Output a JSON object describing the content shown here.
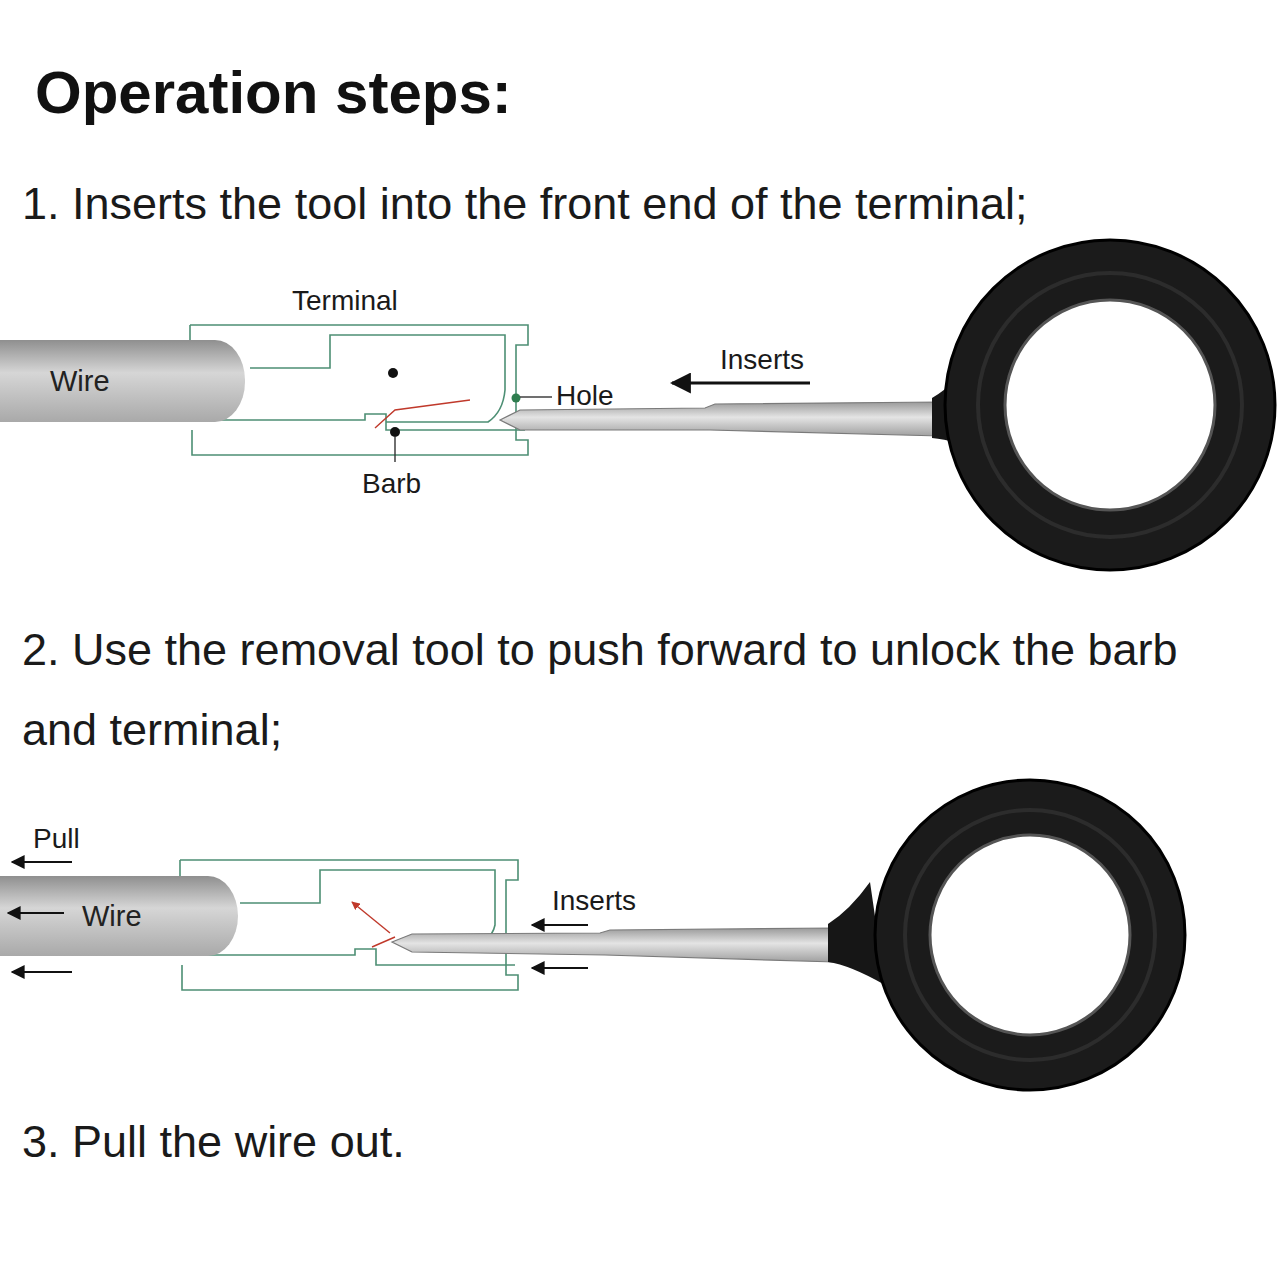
{
  "diagram": {
    "title": "Operation steps:",
    "nodes": [
      {
        "text": [
          "Wire"
        ]
      },
      {
        "text": [
          "Wire"
        ]
      }
    ],
    "labels": [
      "1. Inserts the tool into the front end of the terminal;",
      "Terminal",
      "Inserts",
      "Hole",
      "Barb",
      "2. Use the removal tool to push forward to unlock the barb and terminal;",
      "Pull",
      "Inserts",
      "3. Pull the wire out."
    ]
  }
}
